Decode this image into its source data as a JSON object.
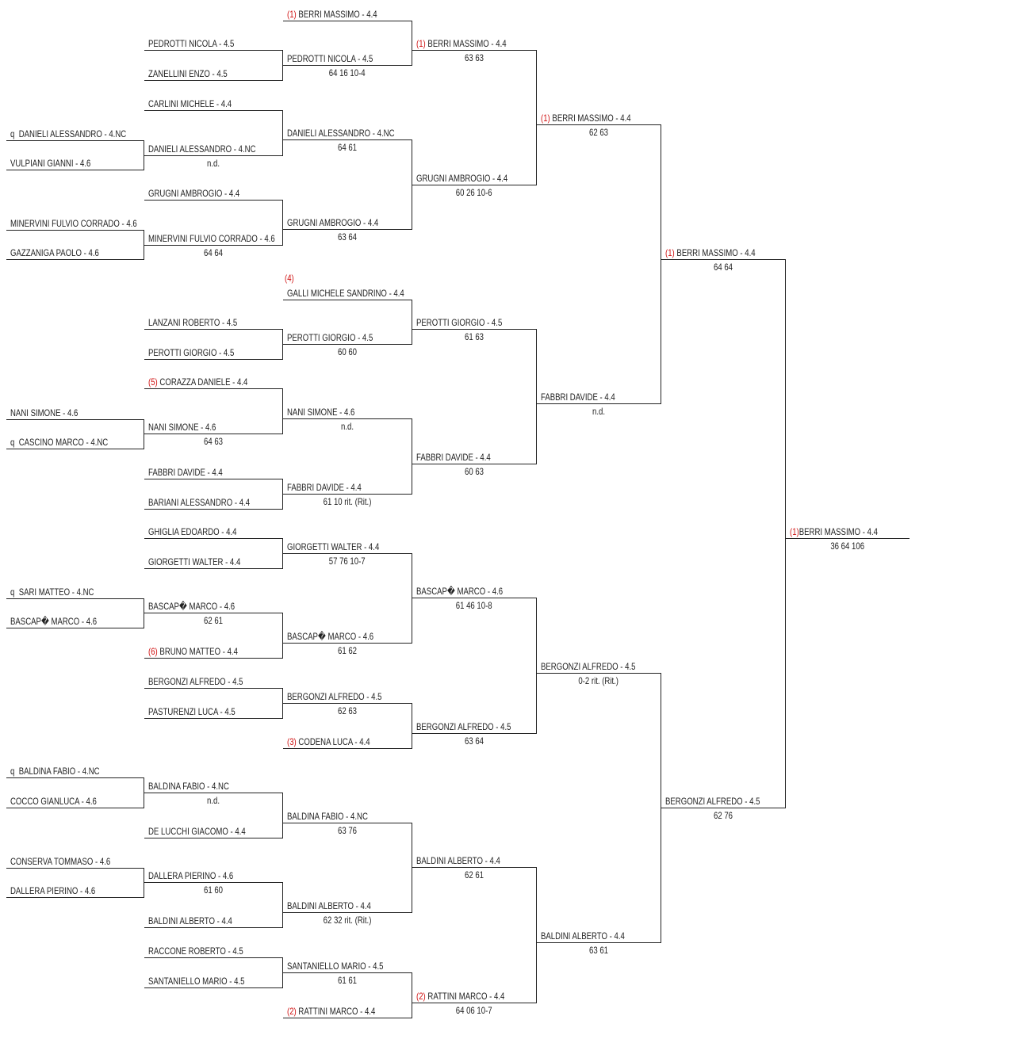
{
  "colors": {
    "seed": "#d01010",
    "line": "#222222"
  },
  "columns": [
    [
      {
        "q": "q",
        "name": "DANIELI ALESSANDRO - 4.NC"
      },
      {
        "name": "VULPIANI GIANNI - 4.6"
      },
      {
        "name": "MINERVINI FULVIO CORRADO - 4.6"
      },
      {
        "name": "GAZZANIGA PAOLO - 4.6"
      },
      {
        "name": "NANI SIMONE - 4.6"
      },
      {
        "q": "q",
        "name": "CASCINO MARCO - 4.NC"
      },
      {
        "q": "q",
        "name": "SARI MATTEO - 4.NC"
      },
      {
        "name": "BASCAP� MARCO - 4.6"
      },
      {
        "q": "q",
        "name": "BALDINA FABIO - 4.NC"
      },
      {
        "name": "COCCO GIANLUCA - 4.6"
      },
      {
        "name": "CONSERVA TOMMASO - 4.6"
      },
      {
        "name": "DALLERA PIERINO - 4.6"
      }
    ],
    [
      {
        "name": "PEDROTTI NICOLA - 4.5"
      },
      {
        "name": "ZANELLINI ENZO - 4.5"
      },
      {
        "name": "CARLINI MICHELE - 4.4"
      },
      {
        "name": "DANIELI ALESSANDRO - 4.NC",
        "score": "n.d."
      },
      {
        "name": "GRUGNI AMBROGIO - 4.4"
      },
      {
        "name": "MINERVINI FULVIO CORRADO - 4.6",
        "score": "64 64"
      },
      {
        "name": "LANZANI ROBERTO - 4.5"
      },
      {
        "name": "PEROTTI GIORGIO - 4.5"
      },
      {
        "seed": "(5)",
        "name": "CORAZZA DANIELE - 4.4"
      },
      {
        "name": "NANI SIMONE - 4.6",
        "score": "64 63"
      },
      {
        "name": "FABBRI DAVIDE - 4.4"
      },
      {
        "name": "BARIANI ALESSANDRO - 4.4"
      },
      {
        "name": "GHIGLIA EDOARDO - 4.4"
      },
      {
        "name": "GIORGETTI WALTER - 4.4"
      },
      {
        "name": "BASCAP� MARCO - 4.6",
        "score": "62 61"
      },
      {
        "seed": "(6)",
        "name": "BRUNO MATTEO - 4.4"
      },
      {
        "name": "BERGONZI ALFREDO - 4.5"
      },
      {
        "name": "PASTURENZI LUCA - 4.5"
      },
      {
        "name": "BALDINA FABIO - 4.NC",
        "score": "n.d."
      },
      {
        "name": "DE LUCCHI GIACOMO - 4.4"
      },
      {
        "name": "DALLERA PIERINO - 4.6",
        "score": "61 60"
      },
      {
        "name": "BALDINI ALBERTO - 4.4"
      },
      {
        "name": "RACCONE ROBERTO - 4.5"
      },
      {
        "name": "SANTANIELLO MARIO - 4.5"
      }
    ],
    [
      {
        "seed": "(1)",
        "name": "BERRI MASSIMO - 4.4"
      },
      {
        "name": "PEDROTTI NICOLA - 4.5",
        "score": "64 16 10-4"
      },
      {
        "name": "DANIELI ALESSANDRO - 4.NC",
        "score": "64 61"
      },
      {
        "name": "GRUGNI AMBROGIO - 4.4",
        "score": "63 64"
      },
      {
        "seed": "(4)",
        "name": "GALLI MICHELE SANDRINO - 4.4"
      },
      {
        "name": "PEROTTI GIORGIO - 4.5",
        "score": "60 60"
      },
      {
        "name": "NANI SIMONE - 4.6",
        "score": "n.d."
      },
      {
        "name": "FABBRI DAVIDE - 4.4",
        "score": "61 10 rit. (Rit.)"
      },
      {
        "name": "GIORGETTI WALTER - 4.4",
        "score": "57 76 10-7"
      },
      {
        "name": "BASCAP� MARCO - 4.6",
        "score": "61 62"
      },
      {
        "name": "BERGONZI ALFREDO - 4.5",
        "score": "62 63"
      },
      {
        "seed": "(3)",
        "name": "CODENA LUCA - 4.4"
      },
      {
        "name": "BALDINA FABIO - 4.NC",
        "score": "63 76"
      },
      {
        "name": "BALDINI ALBERTO - 4.4",
        "score": "62 32 rit. (Rit.)"
      },
      {
        "name": "SANTANIELLO MARIO - 4.5",
        "score": "61 61"
      },
      {
        "seed": "(2)",
        "name": "RATTINI MARCO - 4.4"
      }
    ],
    [
      {
        "seed": "(1)",
        "name": "BERRI MASSIMO - 4.4",
        "score": "63 63"
      },
      {
        "name": "GRUGNI AMBROGIO - 4.4",
        "score": "60 26 10-6"
      },
      {
        "name": "PEROTTI GIORGIO - 4.5",
        "score": "61 63"
      },
      {
        "name": "FABBRI DAVIDE - 4.4",
        "score": "60 63"
      },
      {
        "name": "BASCAP� MARCO - 4.6",
        "score": "61 46 10-8"
      },
      {
        "name": "BERGONZI ALFREDO - 4.5",
        "score": "63 64"
      },
      {
        "name": "BALDINI ALBERTO - 4.4",
        "score": "62 61"
      },
      {
        "seed": "(2)",
        "name": "RATTINI MARCO - 4.4",
        "score": "64 06 10-7"
      }
    ],
    [
      {
        "seed": "(1)",
        "name": "BERRI MASSIMO - 4.4",
        "score": "62 63"
      },
      {
        "name": "FABBRI DAVIDE - 4.4",
        "score": "n.d."
      },
      {
        "name": "BERGONZI ALFREDO - 4.5",
        "score": "0-2 rit. (Rit.)"
      },
      {
        "name": "BALDINI ALBERTO - 4.4",
        "score": "63 61"
      }
    ],
    [
      {
        "seed": "(1)",
        "name": "BERRI MASSIMO - 4.4",
        "score": "64 64"
      },
      {
        "name": "BERGONZI ALFREDO - 4.5",
        "score": "62 76"
      }
    ],
    [
      {
        "seed": "(1)",
        "name": "BERRI MASSIMO - 4.4",
        "score": "36 64 106"
      }
    ]
  ]
}
